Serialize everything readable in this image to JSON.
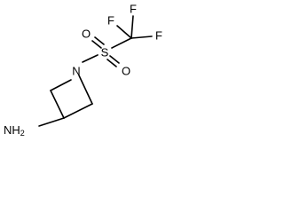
{
  "molecule": {
    "atoms": {
      "n_ring": "N",
      "s": "S",
      "o_upper": "O",
      "o_lower": "O",
      "f_top": "F",
      "f_right": "F",
      "f_left": "F",
      "amine": "NH",
      "amine_subscript": "2"
    },
    "colors": {
      "ink": "#000000",
      "background": "#ffffff"
    }
  }
}
